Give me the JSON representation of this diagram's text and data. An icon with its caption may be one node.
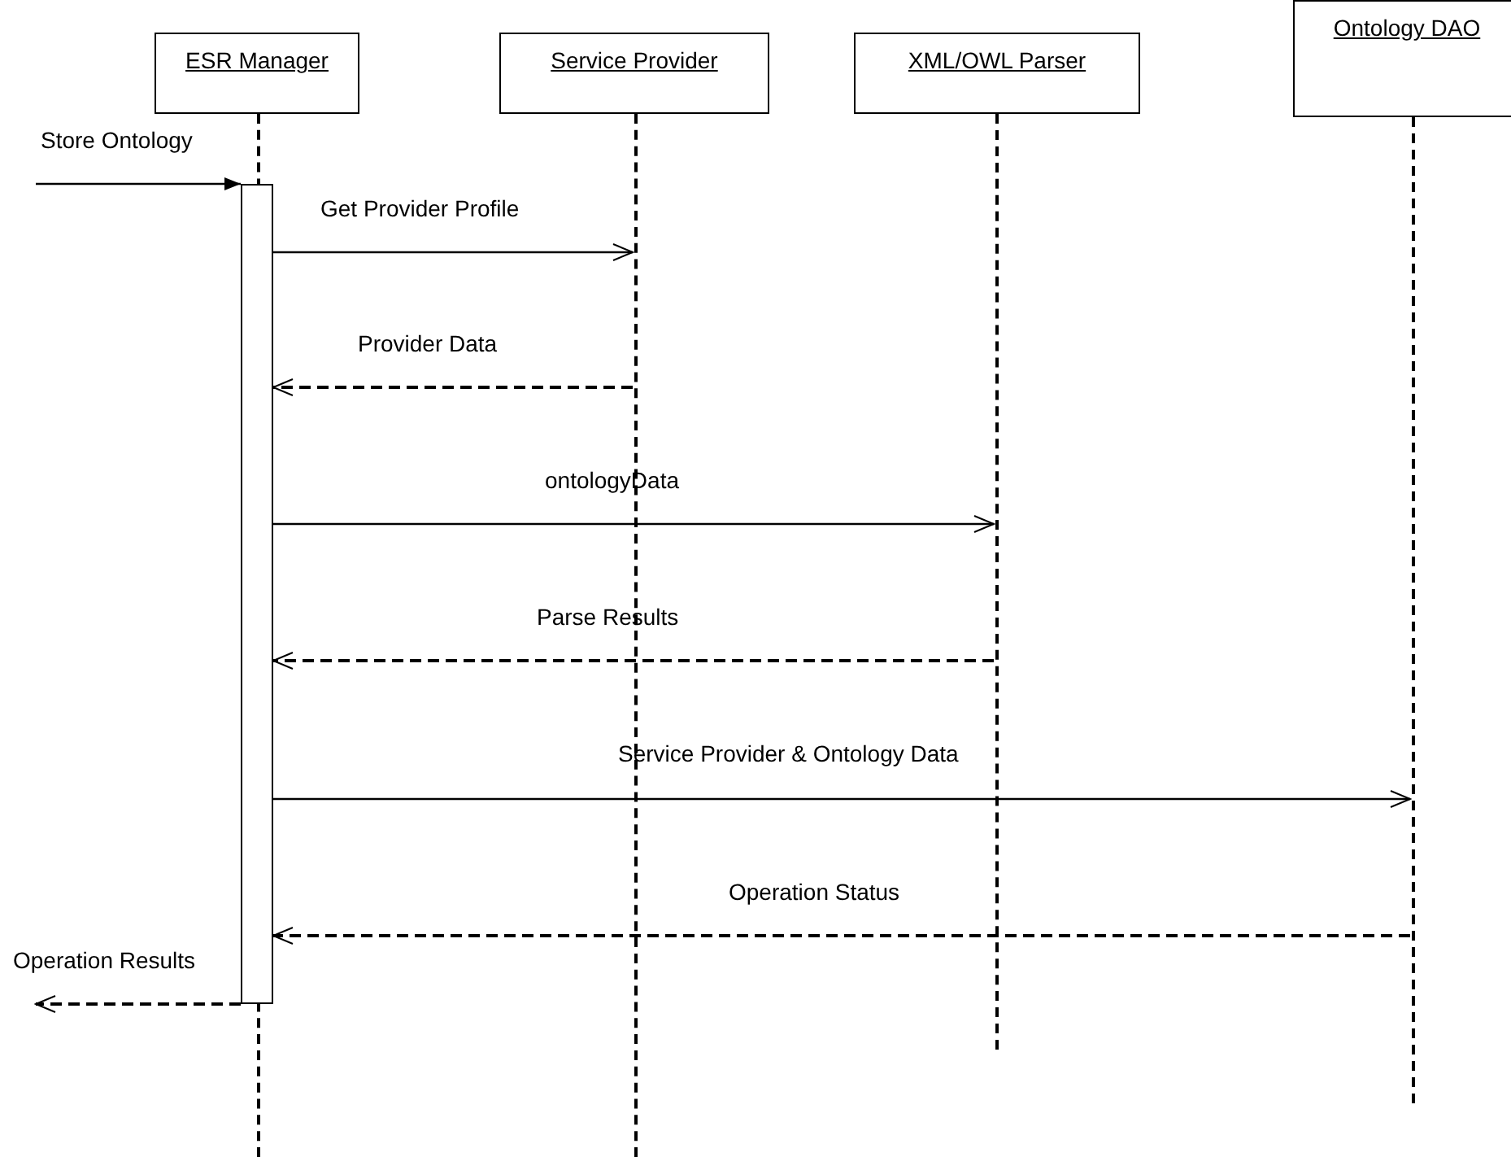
{
  "diagram": {
    "nodes": [
      {
        "text": [
          "ESR Manager"
        ]
      },
      {
        "text": [
          "Service Provider"
        ]
      },
      {
        "text": [
          "XML/OWL Parser"
        ]
      },
      {
        "text": [
          "Ontology DAO"
        ]
      },
      {
        "text": [],
        "shape": "line"
      },
      {
        "text": [],
        "shape": "line"
      },
      {
        "text": [],
        "shape": "line"
      },
      {
        "text": [],
        "shape": "line"
      },
      {
        "text": [],
        "shape": "bar"
      }
    ],
    "edges": [
      {
        "from": null,
        "to": 8,
        "arrow": "to",
        "label": "Store Ontology"
      },
      {
        "from": 8,
        "to": 5,
        "arrow": "to",
        "label": "Get Provider Profile"
      },
      {
        "from": 5,
        "to": 8,
        "arrow": "to",
        "label": "Provider Data",
        "style": "dashed"
      },
      {
        "from": 8,
        "to": 6,
        "arrow": "to",
        "label": "ontologyData"
      },
      {
        "from": 6,
        "to": 8,
        "arrow": "to",
        "label": "Parse Results",
        "style": "dashed"
      },
      {
        "from": 8,
        "to": 7,
        "arrow": "to",
        "label": "Service Provider & Ontology Data"
      },
      {
        "from": 7,
        "to": 8,
        "arrow": "to",
        "label": "Operation Status",
        "style": "dashed"
      },
      {
        "from": 8,
        "to": null,
        "arrow": "to",
        "label": "Operation Results",
        "style": "dashed"
      }
    ]
  }
}
